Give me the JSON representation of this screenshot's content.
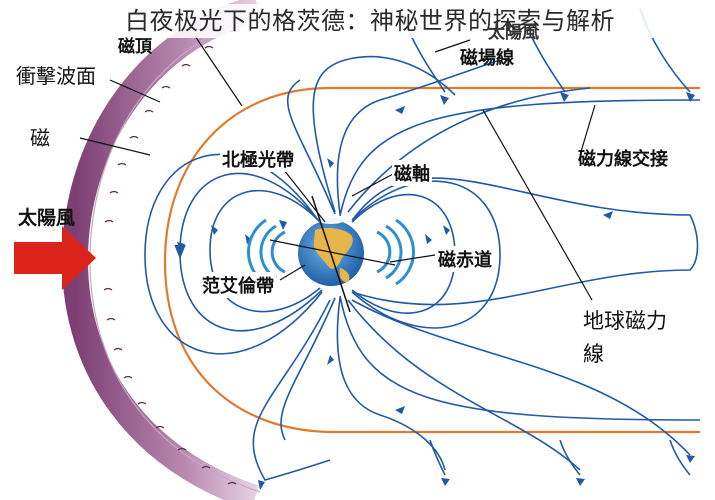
{
  "title": "白夜极光下的格茨德：神秘世界的探索与解析",
  "labels": {
    "magnetopause_top": "磁頂",
    "bow_shock": "衝擊波面",
    "magnetosphere": "磁",
    "solar_wind": "太陽風",
    "field_line": "磁場線",
    "solar_wind_top_right": "太陽風",
    "reconnection": "磁力線交接",
    "aurora_north": "北極光帶",
    "magnetic_axis": "磁軸",
    "magnetic_equator": "磁赤道",
    "van_allen": "范艾倫帶",
    "earth_field_line_1": "地球磁力",
    "earth_field_line_2": "線"
  },
  "colors": {
    "field_line": "#1f5aa6",
    "boundary": "#e07a2e",
    "bow_shock_band": "#9a5c8f",
    "solar_wind_arrow": "#d9231b",
    "earth_ocean": "#2f7fc9",
    "earth_land": "#e7b64a",
    "aurora_glow": "#2b8fd6"
  }
}
